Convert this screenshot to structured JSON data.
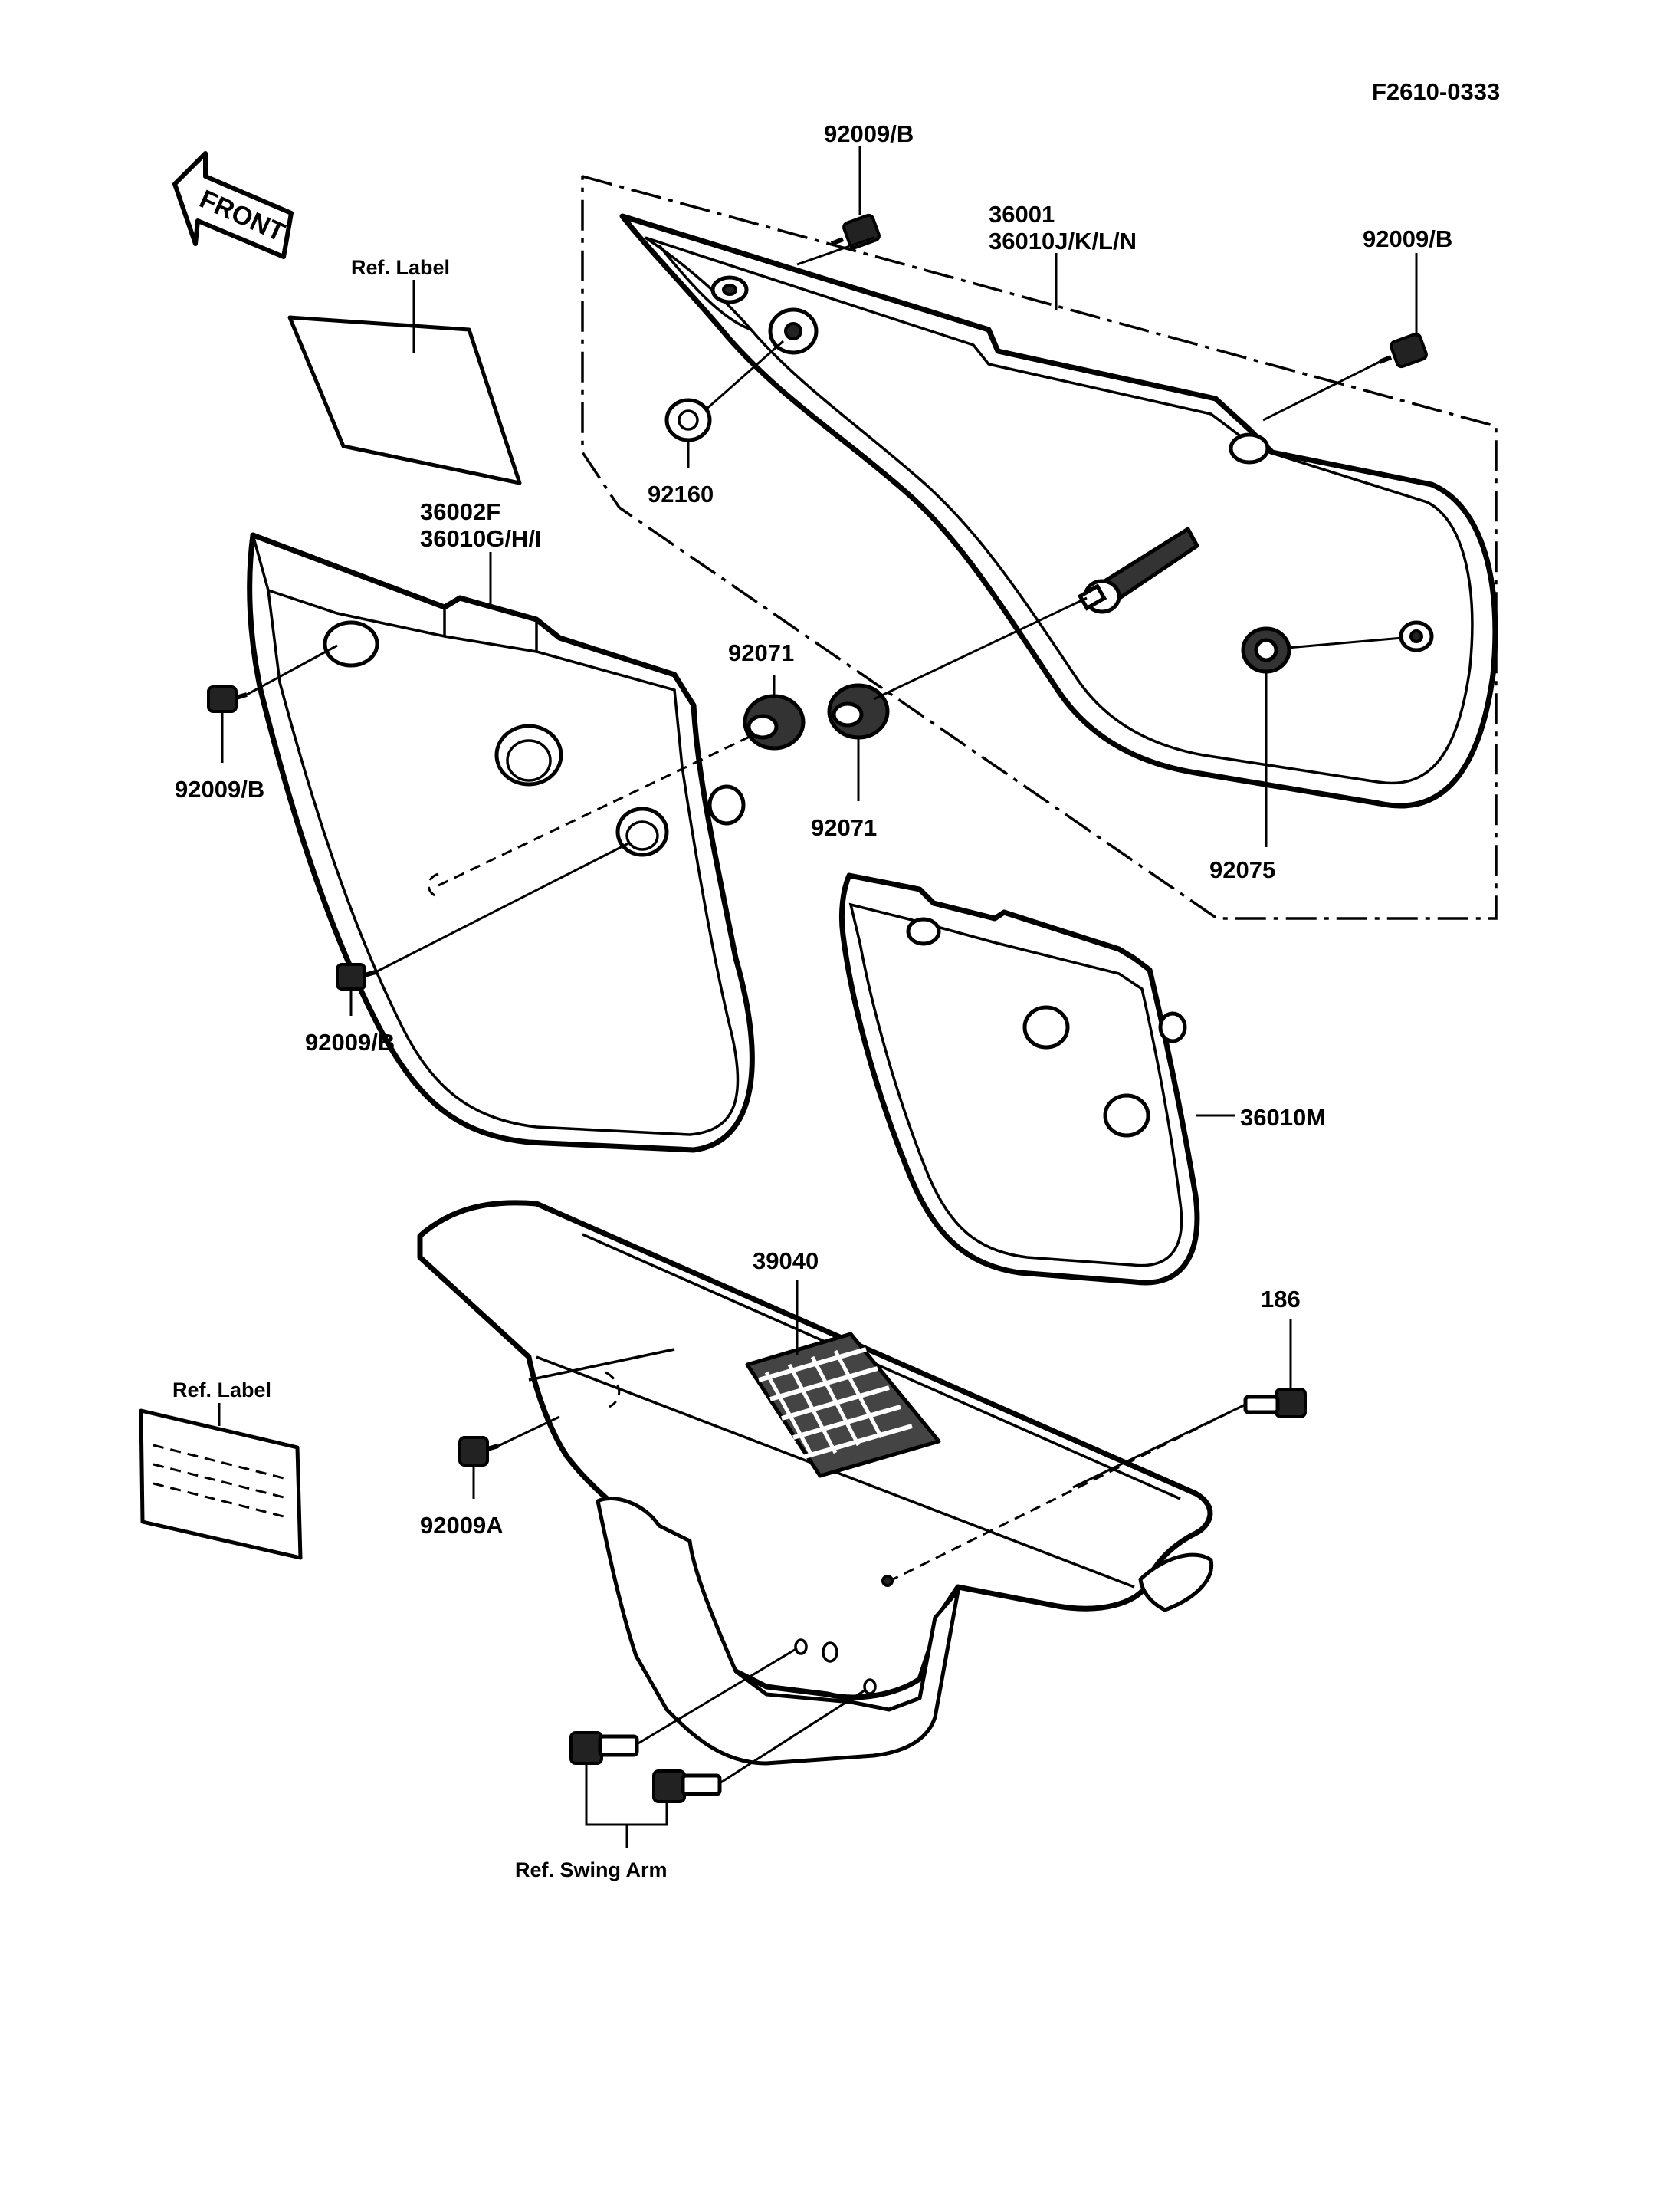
{
  "diagram_code": "F2610-0333",
  "front_arrow_label": "FRONT",
  "labels": {
    "bolt_top_left": "92009/B",
    "bolt_top_right": "92009/B",
    "cover_right_line1": "36001",
    "cover_right_line2": "36010J/K/L/N",
    "ref_label_top": "Ref. Label",
    "grommet_92160": "92160",
    "cover_left_line1": "36002F",
    "cover_left_line2": "36010G/H/I",
    "grommet_92071_a": "92071",
    "grommet_92071_b": "92071",
    "bolt_left_upper": "92009/B",
    "bolt_left_lower": "92009/B",
    "grommet_92075": "92075",
    "cover_m": "36010M",
    "chain_guard": "39040",
    "bolt_186": "186",
    "ref_label_bottom": "Ref. Label",
    "bolt_92009a": "92009A",
    "ref_swing_arm": "Ref. Swing Arm"
  }
}
